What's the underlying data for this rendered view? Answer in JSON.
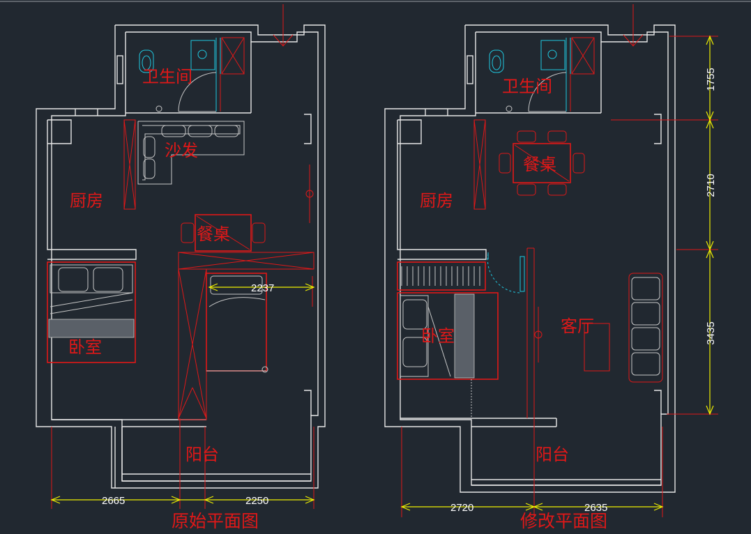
{
  "colors": {
    "background": "#212830",
    "walls": "#e8e8e8",
    "furniture": "#e01818",
    "fixtures": "#20c8e0",
    "dimensions": "#f0f000"
  },
  "original_plan": {
    "title": "原始平面图",
    "rooms": {
      "bathroom": "卫生间",
      "sofa": "沙发",
      "kitchen": "厨房",
      "dining": "餐桌",
      "bedroom": "卧室",
      "balcony": "阳台"
    },
    "dimensions": {
      "bed_width": "2237",
      "bottom_left": "2665",
      "bottom_right": "2250"
    }
  },
  "modified_plan": {
    "title": "修改平面图",
    "rooms": {
      "bathroom": "卫生间",
      "dining": "餐桌",
      "kitchen": "厨房",
      "bedroom": "卧室",
      "living": "客厅",
      "balcony": "阳台"
    },
    "dimensions": {
      "bottom_left": "2720",
      "bottom_right": "2635",
      "right_top": "1755",
      "right_middle": "2710",
      "right_bottom": "3435"
    }
  }
}
